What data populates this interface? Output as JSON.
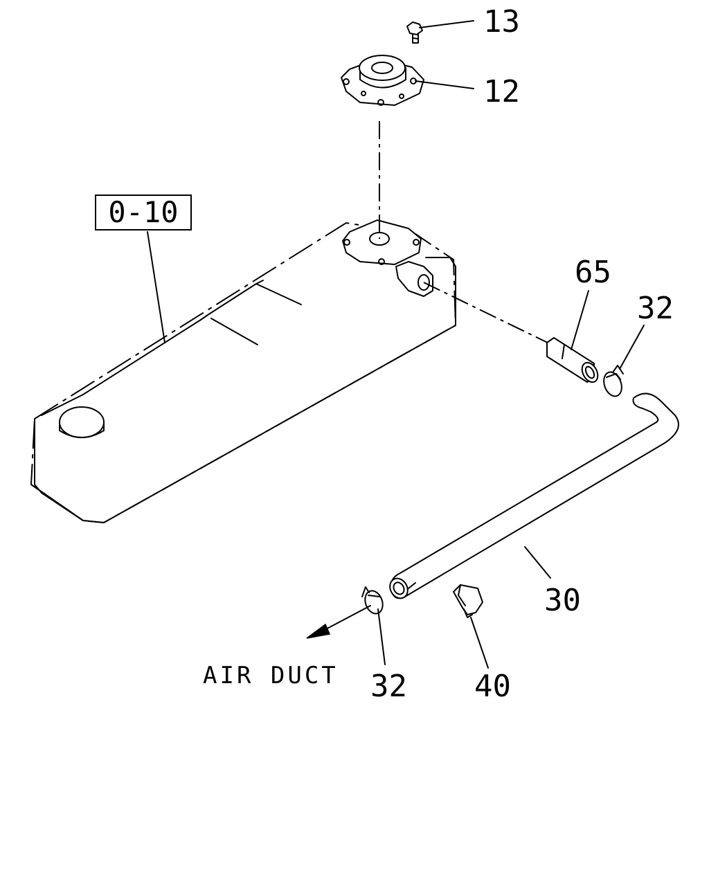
{
  "reference_box": {
    "label": "0-10"
  },
  "callouts": {
    "screw": "13",
    "cap": "12",
    "connector": "65",
    "clip_upper": "32",
    "hose": "30",
    "clip_lower": "32",
    "clamp": "40"
  },
  "flow_label": "AIR DUCT",
  "colors": {
    "ink": "#000000",
    "paper": "#ffffff"
  }
}
